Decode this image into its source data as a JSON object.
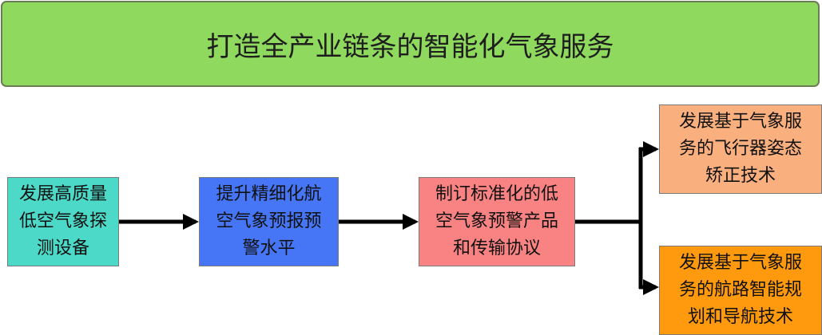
{
  "title": "打造全产业链条的智能化气象服务",
  "boxes": {
    "b1": [
      "发展高质量",
      "低空气象探",
      "测设备"
    ],
    "b2": [
      "提升精细化航",
      "空气象预报预",
      "警水平"
    ],
    "b3": [
      "制订标准化的低",
      "空气象预警产品",
      "和传输协议"
    ],
    "b4": [
      "发展基于气象服",
      "务的飞行器姿态",
      "矫正技术"
    ],
    "b5": [
      "发展基于气象服",
      "务的航路智能规",
      "划和导航技术"
    ]
  },
  "colors": {
    "title_fill": "#8ed95e",
    "box1": "#4dd9c8",
    "box2": "#4676f5",
    "box3": "#f98282",
    "box4": "#f9b07e",
    "box5": "#ff9a0e",
    "arrow": "#000000"
  }
}
